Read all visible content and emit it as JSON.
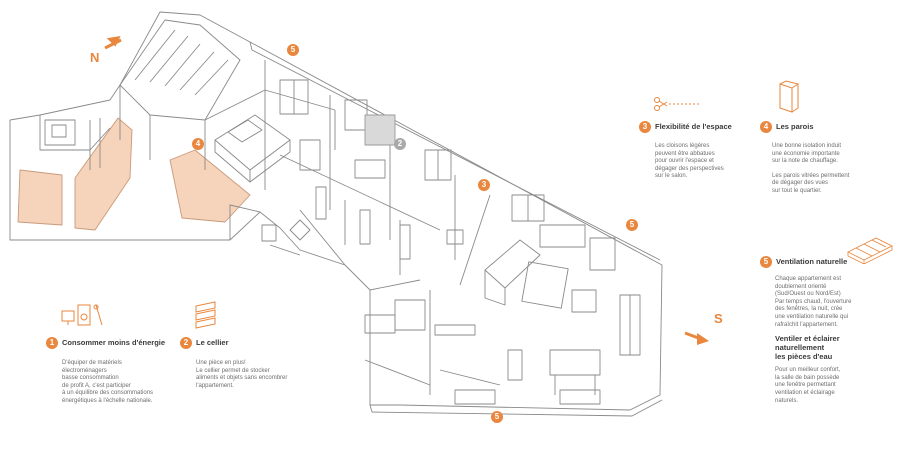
{
  "compass": {
    "north": "N",
    "south": "S"
  },
  "map_numbers": [
    {
      "id": "m5a",
      "label": "5"
    },
    {
      "id": "m4",
      "label": "4"
    },
    {
      "id": "m2",
      "label": "2"
    },
    {
      "id": "m3",
      "label": "3"
    },
    {
      "id": "m5b",
      "label": "5"
    },
    {
      "id": "m5c",
      "label": "5"
    }
  ],
  "legend": {
    "item1": {
      "num": "1",
      "title": "Consommer moins d'énergie",
      "lines": [
        "D'équiper de matériels",
        "électroménagers",
        "basse consommation",
        "de profit A, c'est participer",
        "à un équilibre des consommations",
        "énergétiques à l'échelle nationale."
      ]
    },
    "item2": {
      "num": "2",
      "title": "Le cellier",
      "lines": [
        "Une pièce en plus!",
        "Le cellier permet de stocker",
        "aliments et objets sans encombrer",
        "l'appartement."
      ]
    },
    "item3": {
      "num": "3",
      "title": "Flexibilité de l'espace",
      "lines": [
        "Les cloisons légères",
        "peuvent être abbatues",
        "pour ouvrir l'espace et",
        "dégager des perspectives",
        "sur le salon."
      ]
    },
    "item4": {
      "num": "4",
      "title": "Les parois",
      "lines1": [
        "Une bonne isolation induit",
        "une économie importante",
        "sur la note de chauffage."
      ],
      "lines2": [
        "Les parois vitrées permettent",
        "de dégager des vues",
        "sur tout le quartier."
      ]
    },
    "item5": {
      "num": "5",
      "title": "Ventilation naturelle",
      "lines": [
        "Chaque appartement est",
        "doublement orienté",
        "(Sud/Ouest ou Nord/Est)",
        "Par temps chaud, l'ouverture",
        "des fenêtres, la nuit, crée",
        "une ventilation naturelle qui",
        "rafraîchit l'appartement."
      ],
      "subtitle": [
        "Ventiler et éclairer",
        "naturellement",
        "les pièces d'eau"
      ],
      "lines2": [
        "Pour un meilleur confort,",
        "la salle de bain possède",
        "une fenêtre permettant",
        "ventilation et éclairage",
        "naturels."
      ]
    }
  },
  "colors": {
    "accent": "#e8873d",
    "wall_fill": "#f6d3bb",
    "line": "#7a7a7a"
  }
}
